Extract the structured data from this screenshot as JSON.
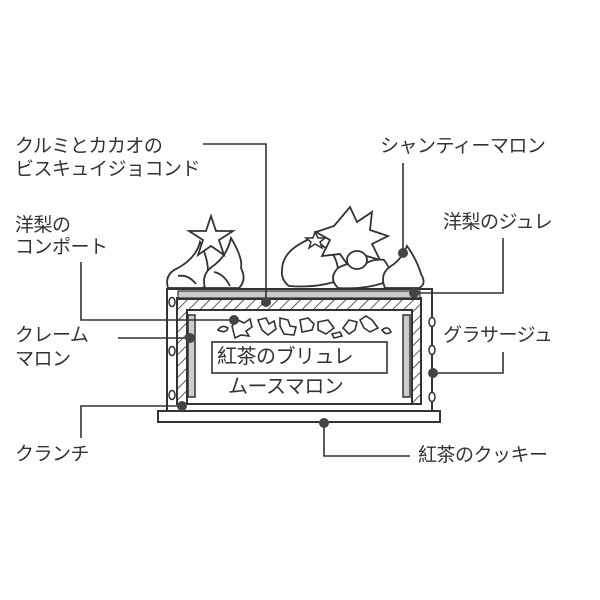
{
  "labels": {
    "biscuit": [
      "クルミとカカオの",
      "ビスキュイジョコンド"
    ],
    "chantilly": "シャンティーマロン",
    "compote": [
      "洋梨の",
      "コンポート"
    ],
    "jelly": "洋梨のジュレ",
    "creme": [
      "クレーム",
      "マロン"
    ],
    "glacage": "グラサージュ",
    "crunch": "クランチ",
    "cookie": "紅茶のクッキー"
  },
  "center": {
    "boxed": "紅茶のブリュレ",
    "mousse": "ムースマロン"
  },
  "colors": {
    "line": "#333333",
    "gray": "#cccccc",
    "dot": "#444444"
  }
}
